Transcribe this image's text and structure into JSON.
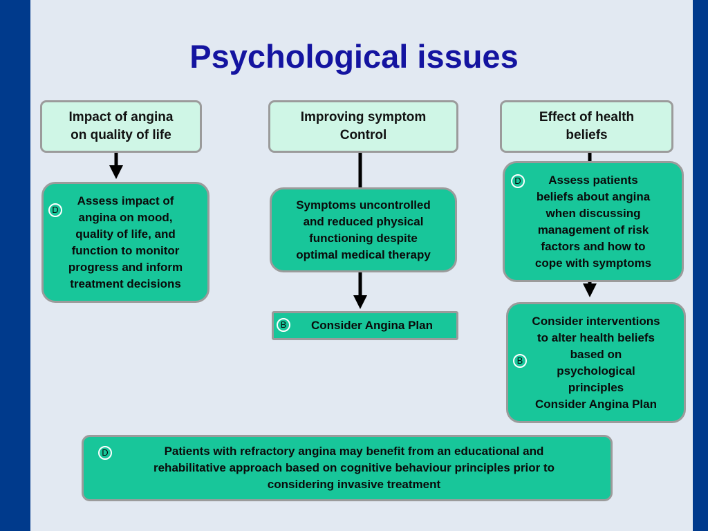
{
  "title": "Psychological issues",
  "columns": [
    {
      "header": "Impact of angina\non quality of life",
      "box": {
        "badge": "D",
        "text": "Assess impact of\nangina on mood,\nquality of life, and\nfunction to monitor\nprogress and inform\ntreatment decisions"
      }
    },
    {
      "header": "Improving symptom\nControl",
      "box": {
        "text": "Symptoms uncontrolled\nand reduced physical\nfunctioning despite\noptimal medical therapy"
      },
      "box2": {
        "badge": "B",
        "text": "Consider Angina Plan"
      }
    },
    {
      "header": "Effect of health\nbeliefs",
      "box": {
        "badge": "D",
        "text": "Assess patients\nbeliefs about angina\nwhen discussing\nmanagement of risk\nfactors and how to\ncope with symptoms"
      },
      "box2": {
        "badge": "B",
        "text": "Consider interventions\nto alter health beliefs\nbased on\npsychological\nprinciples\nConsider Angina Plan"
      }
    }
  ],
  "footer": {
    "badge": "D",
    "text": "Patients with refractory angina may benefit from an educational and\nrehabilitative approach based on cognitive behaviour principles prior to\nconsidering invasive treatment"
  },
  "colors": {
    "frame": "#003a8c",
    "background": "#e2e9f2",
    "title": "#1414a0",
    "header_fill": "#cff6e6",
    "box_fill": "#18c69a",
    "border": "#9b9b9b"
  }
}
